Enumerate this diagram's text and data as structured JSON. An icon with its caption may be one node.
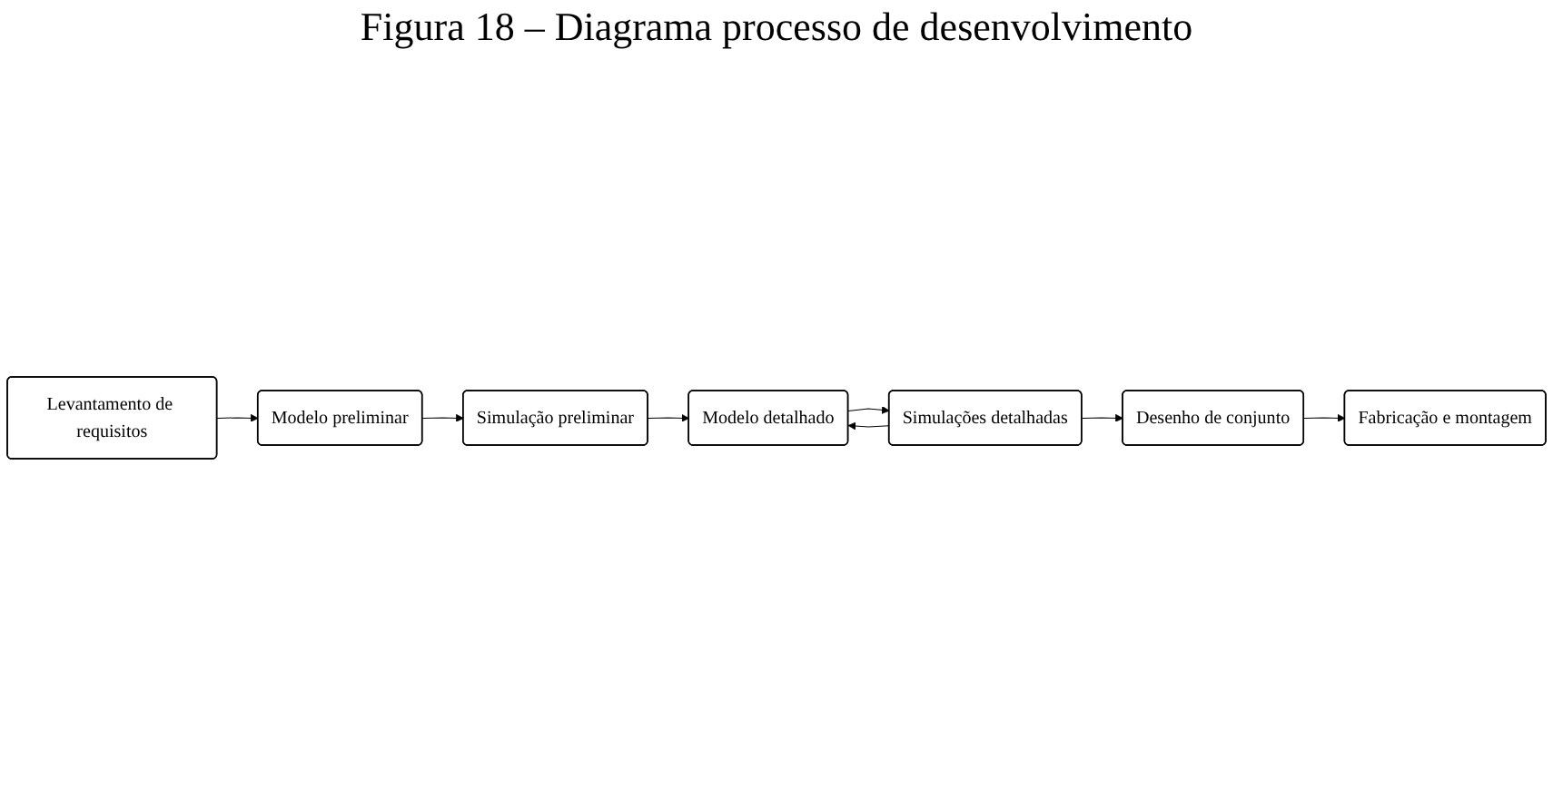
{
  "diagram": {
    "title": "Figura 18 – Diagrama processo de desenvolvimento",
    "nodes": [
      {
        "text": [
          "Levantamento de requisitos"
        ]
      },
      {
        "text": [
          "Modelo preliminar"
        ]
      },
      {
        "text": [
          "Simulação preliminar"
        ]
      },
      {
        "text": [
          "Desenho de conjunto"
        ]
      },
      {
        "text": [
          "Simulações detalhadas"
        ]
      },
      {
        "text": [
          "Modelo detalhado"
        ]
      },
      {
        "text": [
          "Fabricação e montagem"
        ]
      }
    ],
    "edges": [
      {
        "from": 0,
        "to": 1,
        "arrow": "to"
      },
      {
        "from": 1,
        "to": 2,
        "arrow": "to"
      },
      {
        "from": 2,
        "to": 5,
        "arrow": "to"
      },
      {
        "from": 5,
        "to": 4,
        "arrow": "to"
      },
      {
        "from": 4,
        "to": 3,
        "arrow": "to"
      },
      {
        "from": 4,
        "to": 5,
        "arrow": "to"
      },
      {
        "from": 3,
        "to": 6,
        "arrow": "to"
      }
    ]
  }
}
